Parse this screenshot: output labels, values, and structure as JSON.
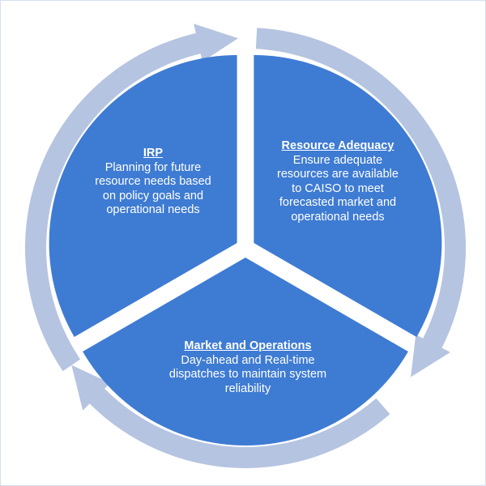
{
  "colors": {
    "segment": "#3e7bd3",
    "ring": "#b5c4e0",
    "border": "#d6dff0"
  },
  "segments": [
    {
      "title": "IRP",
      "lines": [
        "Planning for future",
        "resource needs based",
        "on policy goals and",
        "operational needs"
      ]
    },
    {
      "title": "Resource Adequacy",
      "lines": [
        "Ensure adequate",
        "resources are available",
        "to CAISO to meet",
        "forecasted market and",
        "operational needs"
      ]
    },
    {
      "title": "Market and Operations",
      "lines": [
        "Day-ahead and Real-time",
        "dispatches to maintain system",
        "reliability"
      ]
    }
  ]
}
